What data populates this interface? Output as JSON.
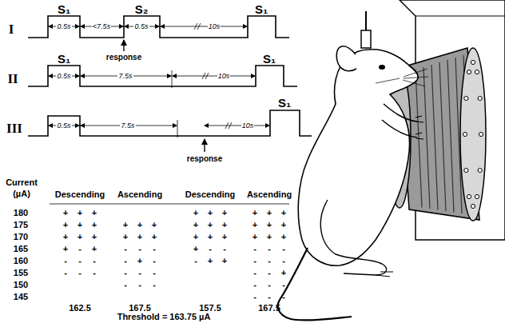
{
  "diagram": {
    "labels": [
      "I",
      "S₁",
      "0.5s",
      "<7.5s",
      "S₂",
      "0.5s",
      "response",
      "10s",
      "S₁",
      "II",
      "S₁",
      "0.5s",
      "7.5s",
      "10s",
      "S₁",
      "III",
      "0.5s",
      "7.5s",
      "response",
      "10s",
      "S₁",
      "Current (µA)",
      "Descending",
      "Ascending",
      "Descending",
      "Ascending",
      "180",
      "+",
      "+",
      "+",
      "+",
      "+",
      "+",
      "+",
      "+",
      "+",
      "175",
      "+",
      "+",
      "+",
      "+",
      "+",
      "+",
      "+",
      "+",
      "+",
      "+",
      "+",
      "+",
      "170",
      "+",
      "+",
      "+",
      "+",
      "+",
      "+",
      "+",
      "+",
      "+",
      "+",
      "+",
      "+",
      "165",
      "+",
      "-",
      "+",
      "-",
      "-",
      "-",
      "+",
      "-",
      "-",
      "-",
      "-",
      "-",
      "160",
      "-",
      "-",
      "-",
      "-",
      "+",
      "-",
      "-",
      "+",
      "+",
      "-",
      "-",
      "-",
      "155",
      "-",
      "-",
      "-",
      "-",
      "-",
      "-",
      "-",
      "-",
      "+",
      "150",
      "-",
      "-",
      "-",
      "-",
      "-",
      "-",
      "145",
      "-",
      "-",
      "-",
      "162.5",
      "167.5",
      "157.5",
      "167.5",
      "Threshold = 163.75 µA"
    ]
  }
}
